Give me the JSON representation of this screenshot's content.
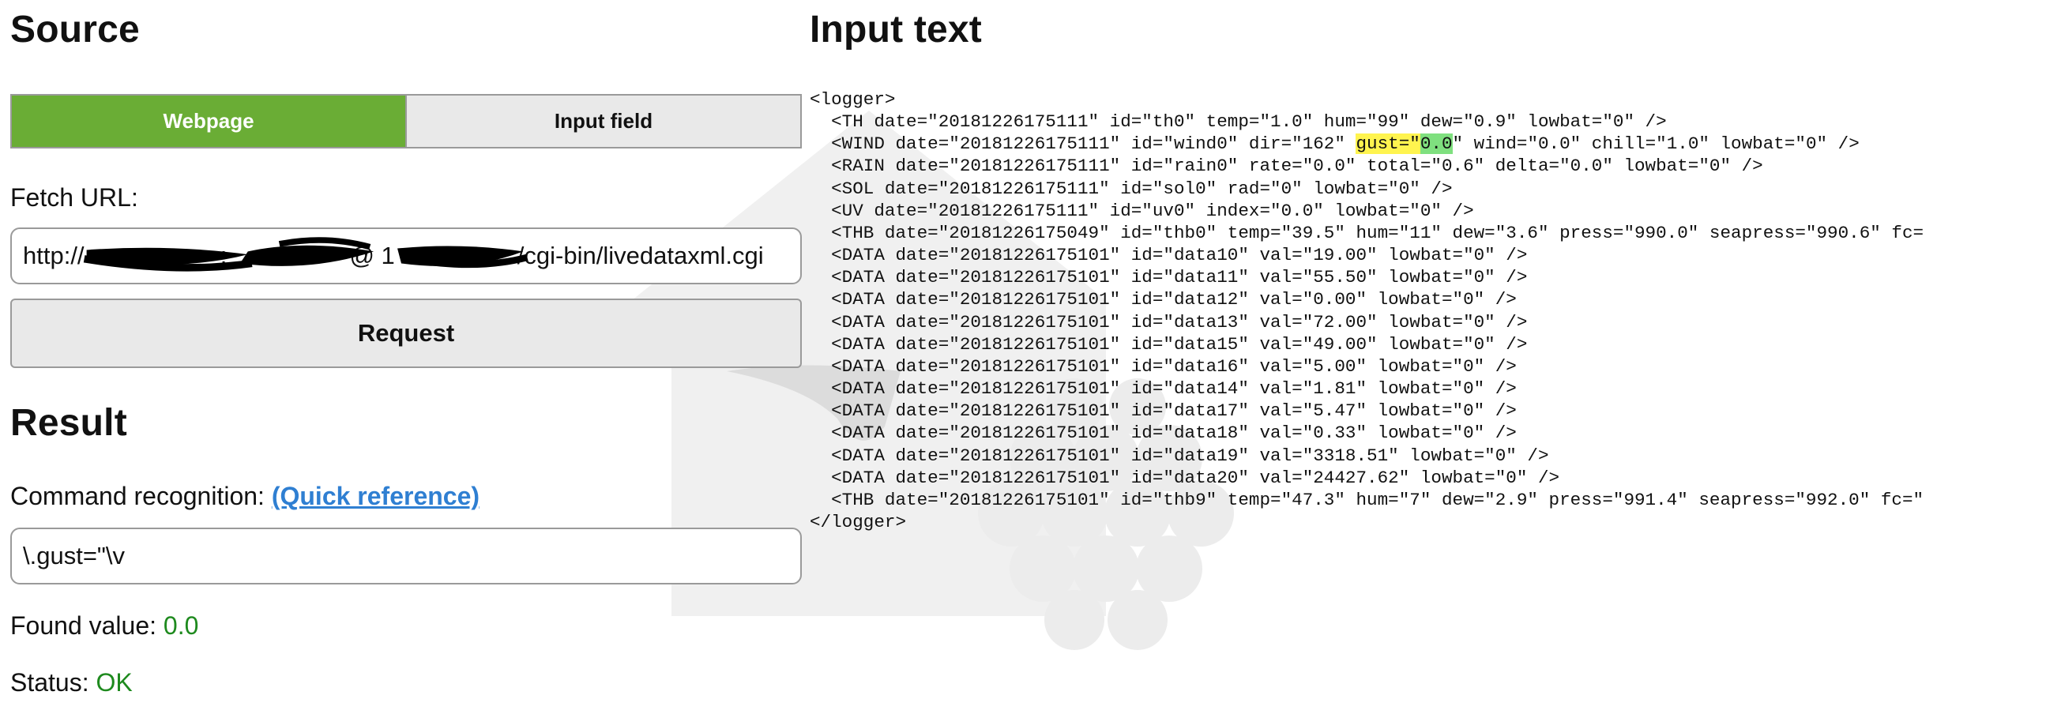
{
  "source": {
    "heading": "Source",
    "tabs": [
      {
        "label": "Webpage",
        "active": true
      },
      {
        "label": "Input field",
        "active": false
      }
    ],
    "fetch_label": "Fetch URL:",
    "url_value": "http://                    :                  @ 1                  /cgi-bin/livedataxml.cgi",
    "request_label": "Request"
  },
  "result": {
    "heading": "Result",
    "command_label": "Command recognition:",
    "quick_reference": "(Quick reference)",
    "command_value": "\\.gust=\"\\v",
    "found_label": "Found value:",
    "found_value": "0.0",
    "status_label": "Status:",
    "status_value": "OK"
  },
  "input_text": {
    "heading": "Input text",
    "lines": [
      "<logger>",
      "  <TH date=\"20181226175111\" id=\"th0\" temp=\"1.0\" hum=\"99\" dew=\"0.9\" lowbat=\"0\" />",
      "  <WIND date=\"20181226175111\" id=\"wind0\" dir=\"162\" ",
      "  <RAIN date=\"20181226175111\" id=\"rain0\" rate=\"0.0\" total=\"0.6\" delta=\"0.0\" lowbat=\"0\" />",
      "  <SOL date=\"20181226175111\" id=\"sol0\" rad=\"0\" lowbat=\"0\" />",
      "  <UV date=\"20181226175111\" id=\"uv0\" index=\"0.0\" lowbat=\"0\" />",
      "  <THB date=\"20181226175049\" id=\"thb0\" temp=\"39.5\" hum=\"11\" dew=\"3.6\" press=\"990.0\" seapress=\"990.6\" fc=",
      "  <DATA date=\"20181226175101\" id=\"data10\" val=\"19.00\" lowbat=\"0\" />",
      "  <DATA date=\"20181226175101\" id=\"data11\" val=\"55.50\" lowbat=\"0\" />",
      "  <DATA date=\"20181226175101\" id=\"data12\" val=\"0.00\" lowbat=\"0\" />",
      "  <DATA date=\"20181226175101\" id=\"data13\" val=\"72.00\" lowbat=\"0\" />",
      "  <DATA date=\"20181226175101\" id=\"data15\" val=\"49.00\" lowbat=\"0\" />",
      "  <DATA date=\"20181226175101\" id=\"data16\" val=\"5.00\" lowbat=\"0\" />",
      "  <DATA date=\"20181226175101\" id=\"data14\" val=\"1.81\" lowbat=\"0\" />",
      "  <DATA date=\"20181226175101\" id=\"data17\" val=\"5.47\" lowbat=\"0\" />",
      "  <DATA date=\"20181226175101\" id=\"data18\" val=\"0.33\" lowbat=\"0\" />",
      "  <DATA date=\"20181226175101\" id=\"data19\" val=\"3318.51\" lowbat=\"0\" />",
      "  <DATA date=\"20181226175101\" id=\"data20\" val=\"24427.62\" lowbat=\"0\" />",
      "  <THB date=\"20181226175101\" id=\"thb9\" temp=\"47.3\" hum=\"7\" dew=\"2.9\" press=\"991.4\" seapress=\"992.0\" fc=\"",
      "</logger>"
    ],
    "wind_match_prefix": "gust=\"",
    "wind_match_value": "0.0",
    "wind_rest": "\" wind=\"0.0\" chill=\"1.0\" lowbat=\"0\" />"
  },
  "colors": {
    "active_tab": "#6aad35",
    "link": "#2f7fd2",
    "ok_green": "#1e8a1e",
    "highlight_match": "#fff44f",
    "highlight_value": "#7fe07f"
  }
}
